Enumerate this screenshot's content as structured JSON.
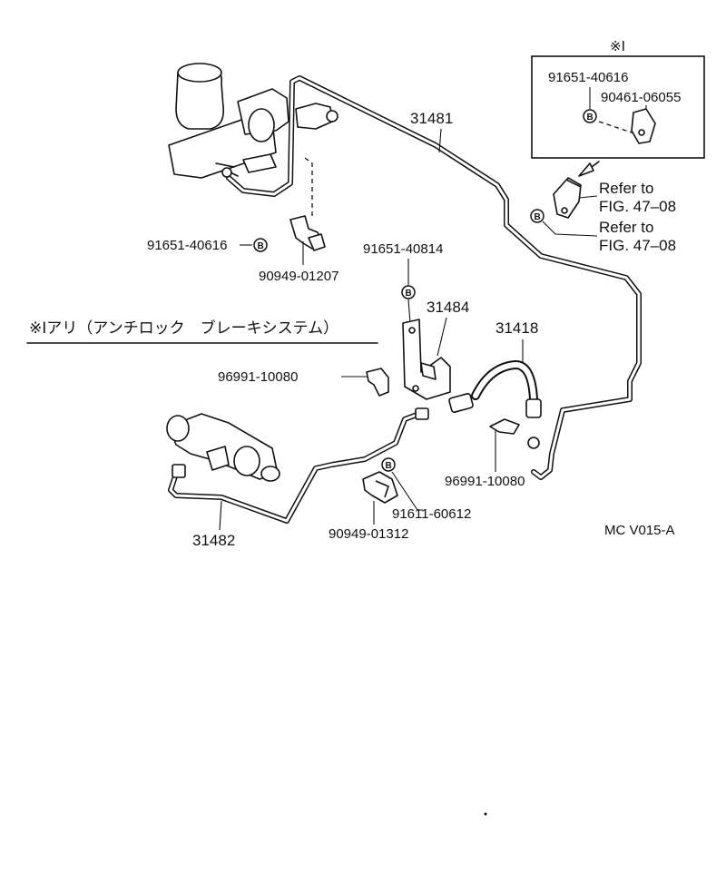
{
  "part_labels": {
    "p31481": "31481",
    "p31482": "31482",
    "p31484": "31484",
    "p31418": "31418",
    "n91651_40616_left": "91651-40616",
    "n90949_01207": "90949-01207",
    "n91651_40814": "91651-40814",
    "n96991_10080_left": "96991-10080",
    "n96991_10080_right": "96991-10080",
    "n91611_60612": "91611-60612",
    "n90949_01312": "90949-01312",
    "n91651_40616_inset": "91651-40616",
    "n90461_06055": "90461-06055"
  },
  "inset": {
    "title": "※Ⅰ",
    "ref_line1_a": "Refer to",
    "ref_line2_a": "FIG. 47–08",
    "ref_line1_b": "Refer to",
    "ref_line2_b": "FIG. 47–08"
  },
  "note": {
    "text": "※Ⅰアリ（アンチロック　ブレーキシステム）"
  },
  "bolt_marker": "B",
  "diagram_code": "MC V015-A"
}
